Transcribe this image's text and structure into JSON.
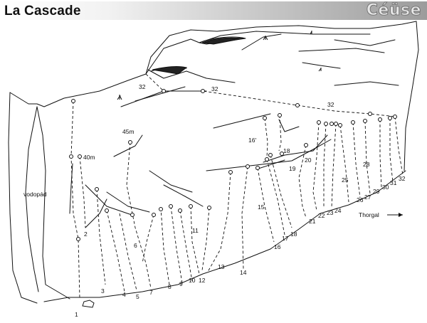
{
  "header": {
    "title": "La Cascade",
    "area_logo": "Céüse"
  },
  "labels": {
    "waterfall": "vodopád",
    "ledge_40m": "40m",
    "ledge_45m": "45m",
    "sector_thorgal": "Thorgal",
    "arrow": "→"
  },
  "routes": [
    "1",
    "2",
    "3",
    "4",
    "5",
    "6",
    "7",
    "8",
    "9",
    "10",
    "11",
    "12",
    "13",
    "14",
    "15",
    "16",
    "16'",
    "17",
    "18",
    "18",
    "19",
    "20",
    "21",
    "22",
    "23",
    "24",
    "25",
    "26",
    "27",
    "28",
    "29",
    "30",
    "31",
    "32",
    "32",
    "32",
    "32"
  ]
}
